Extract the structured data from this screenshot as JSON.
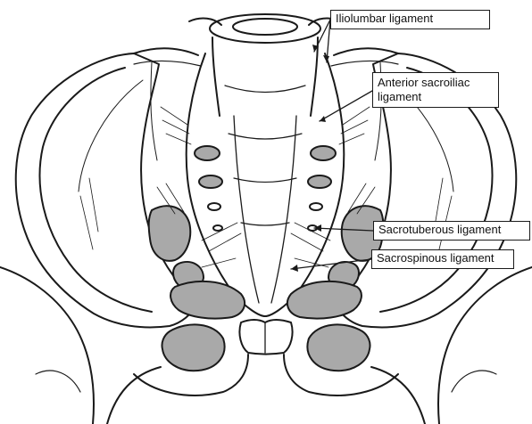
{
  "labels": {
    "iliolumbar": "Iliolumbar ligament",
    "anterior_sacroiliac": "Anterior sacroiliac ligament",
    "sacrotuberous": "Sacrotuberous ligament",
    "sacrospinous": "Sacrospinous ligament"
  },
  "colors": {
    "outline": "#1a1a1a",
    "foramen_fill": "#a9a9a9",
    "background": "#ffffff"
  }
}
